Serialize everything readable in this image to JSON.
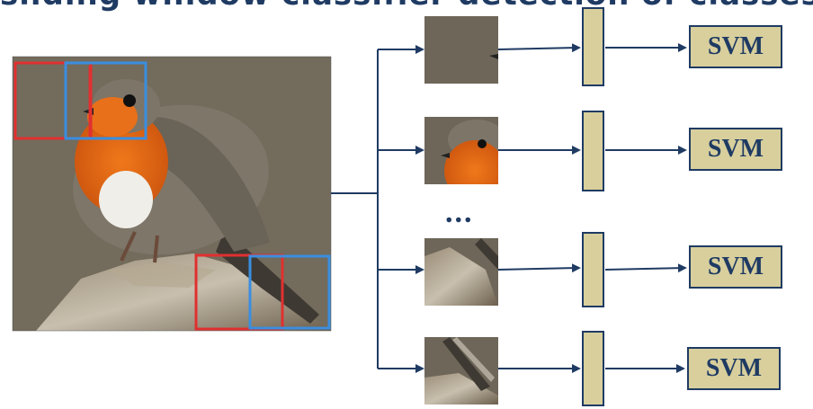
{
  "title": "sliding window classifier detection of classes",
  "ellipsis": "...",
  "classifier_label": "SVM",
  "icons": {
    "source_image": "robin-bird-photo",
    "crop_images": [
      "background-crop",
      "bird-head-crop",
      "bird-tail-crop",
      "tail-feathers-crop"
    ]
  },
  "colors": {
    "arrow": "#1f3b63",
    "box_fill": "#d8cf9d",
    "window_red": "#e03030",
    "window_blue": "#3a8ee0"
  }
}
